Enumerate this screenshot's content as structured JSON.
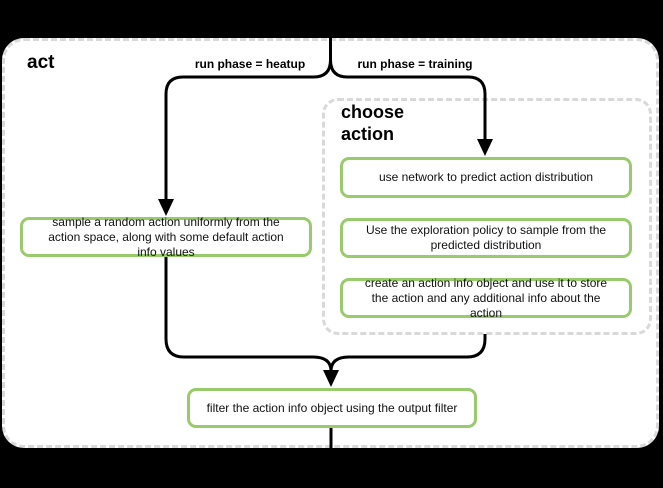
{
  "diagram": {
    "title": "act",
    "edge_labels": {
      "heatup": "run phase = heatup",
      "training": "run phase = training"
    },
    "group": {
      "title": "choose action"
    },
    "nodes": {
      "sample_random": "sample a random action uniformly from the action space, along with some default action info values",
      "use_network": "use network to predict action distribution",
      "exploration_policy": "Use the exploration policy to sample from the predicted distribution",
      "create_action_info": "create an action info object and use it to store the action and any additional info about the action",
      "filter_output": "filter the action info object using the output filter"
    },
    "colors": {
      "background": "#000000",
      "panel_fill": "#ffffff",
      "dashed_border": "#d9d9d9",
      "node_border": "#97cb6b",
      "flow_line": "#000000"
    }
  }
}
